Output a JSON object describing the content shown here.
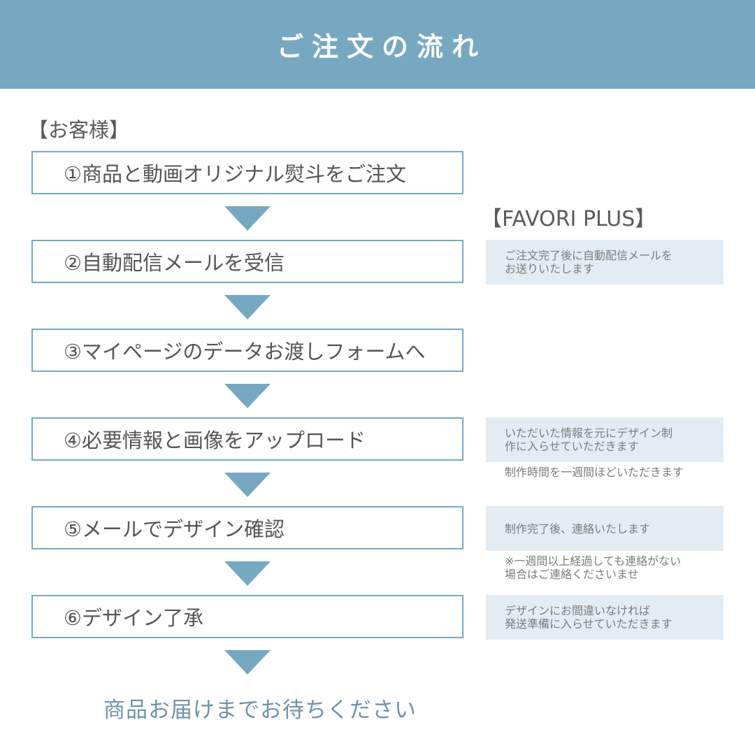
{
  "header": {
    "title": "ご注文の流れ"
  },
  "customer_label": "【お客様】",
  "favori_label": "【FAVORI PLUS】",
  "steps": [
    {
      "label": "①商品と動画オリジナル熨斗をご注文"
    },
    {
      "label": "②自動配信メールを受信"
    },
    {
      "label": "③マイページのデータお渡しフォームへ"
    },
    {
      "label": "④必要情報と画像をアップロード"
    },
    {
      "label": "⑤メールでデザイン確認"
    },
    {
      "label": "⑥デザイン了承"
    }
  ],
  "notes": {
    "auto_mail": "ご注文完了後に自動配信メールを\nお送りいたします",
    "design_creation": "いただいた情報を元にデザイン制\n作に入らせていただきます",
    "production_time": "制作時間を一週間ほどいただきます",
    "production_done": "制作完了後、連絡いたします",
    "no_contact": "※一週間以上経過しても連絡がない\n場合はご連絡くださいませ",
    "shipping": "デザインにお間違いなければ\n発送準備に入らせていただきます"
  },
  "footer": {
    "text": "商品お届けまでお待ちください"
  },
  "colors": {
    "accent": "#76a9c1",
    "note_bg": "#e2ecf2"
  }
}
